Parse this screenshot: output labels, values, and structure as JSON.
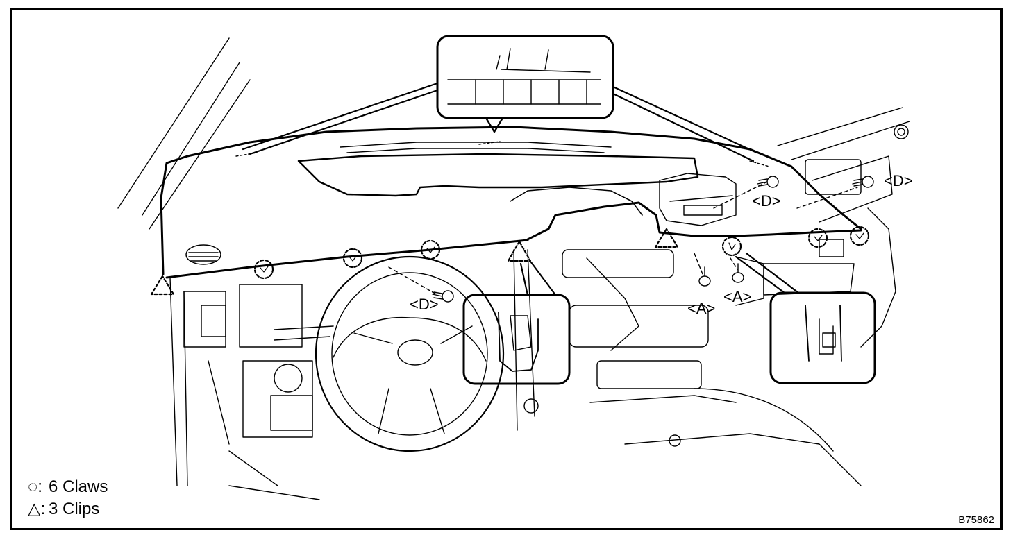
{
  "callouts": {
    "d_left": "<D>",
    "d_right_top": "<D>",
    "d_right": "<D>",
    "a_left": "<A>",
    "a_right": "<A>"
  },
  "legend": [
    {
      "symbol": "◌:",
      "text": "6 Claws"
    },
    {
      "symbol": "△:",
      "text": "3 Clips"
    }
  ],
  "figure_id": "B75862",
  "colors": {
    "line": "#000000",
    "background": "#ffffff"
  }
}
